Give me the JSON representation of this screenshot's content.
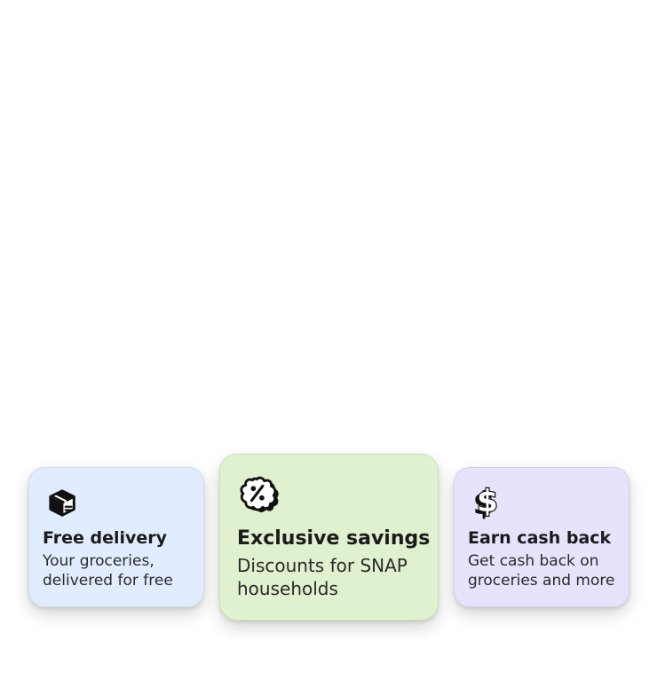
{
  "cards": [
    {
      "title": "Free delivery",
      "description": "Your groceries, delivered for free",
      "icon": "package-icon",
      "background": "#e1edff"
    },
    {
      "title": "Exclusive savings",
      "description": "Discounts for SNAP households",
      "icon": "discount-badge-icon",
      "background": "#dff1ce"
    },
    {
      "title": "Earn cash back",
      "description": "Get cash back on groceries and more",
      "icon": "dollar-icon",
      "background": "#e8e2fd"
    }
  ]
}
